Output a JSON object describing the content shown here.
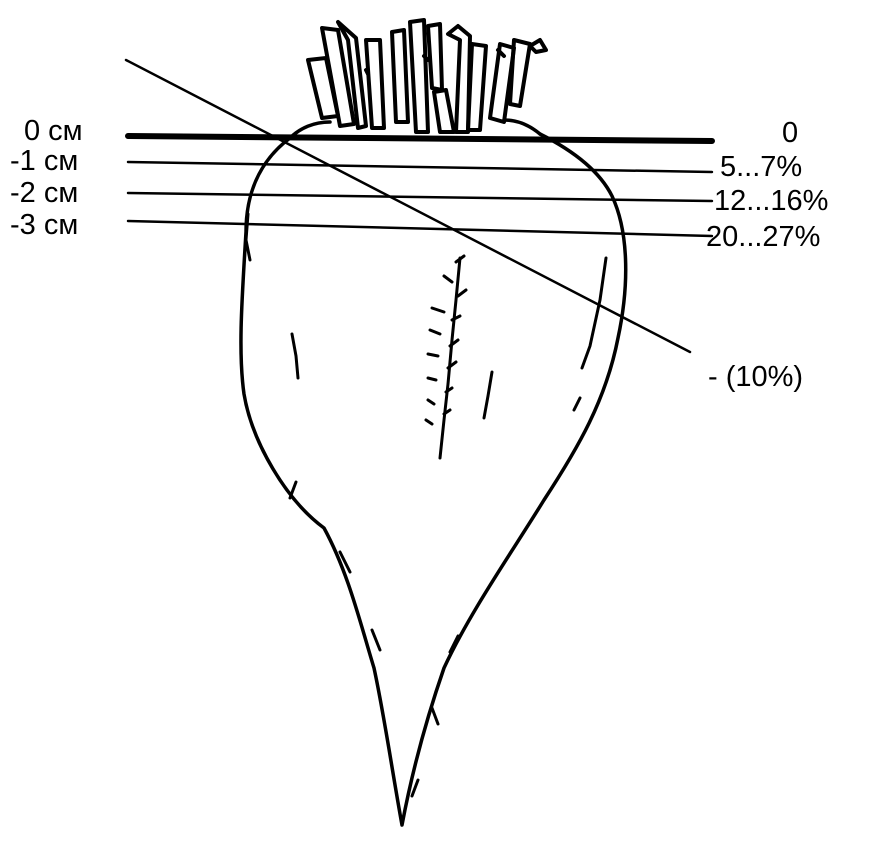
{
  "depth_labels": [
    "0 см",
    "-1 см",
    "-2 см",
    "-3 см"
  ],
  "loss_labels": [
    "0",
    "5...7%",
    "12...16%",
    "20...27%"
  ],
  "oblique_cut_label": "- (10%)",
  "colors": {
    "ink": "#000000",
    "background": "#ffffff"
  }
}
